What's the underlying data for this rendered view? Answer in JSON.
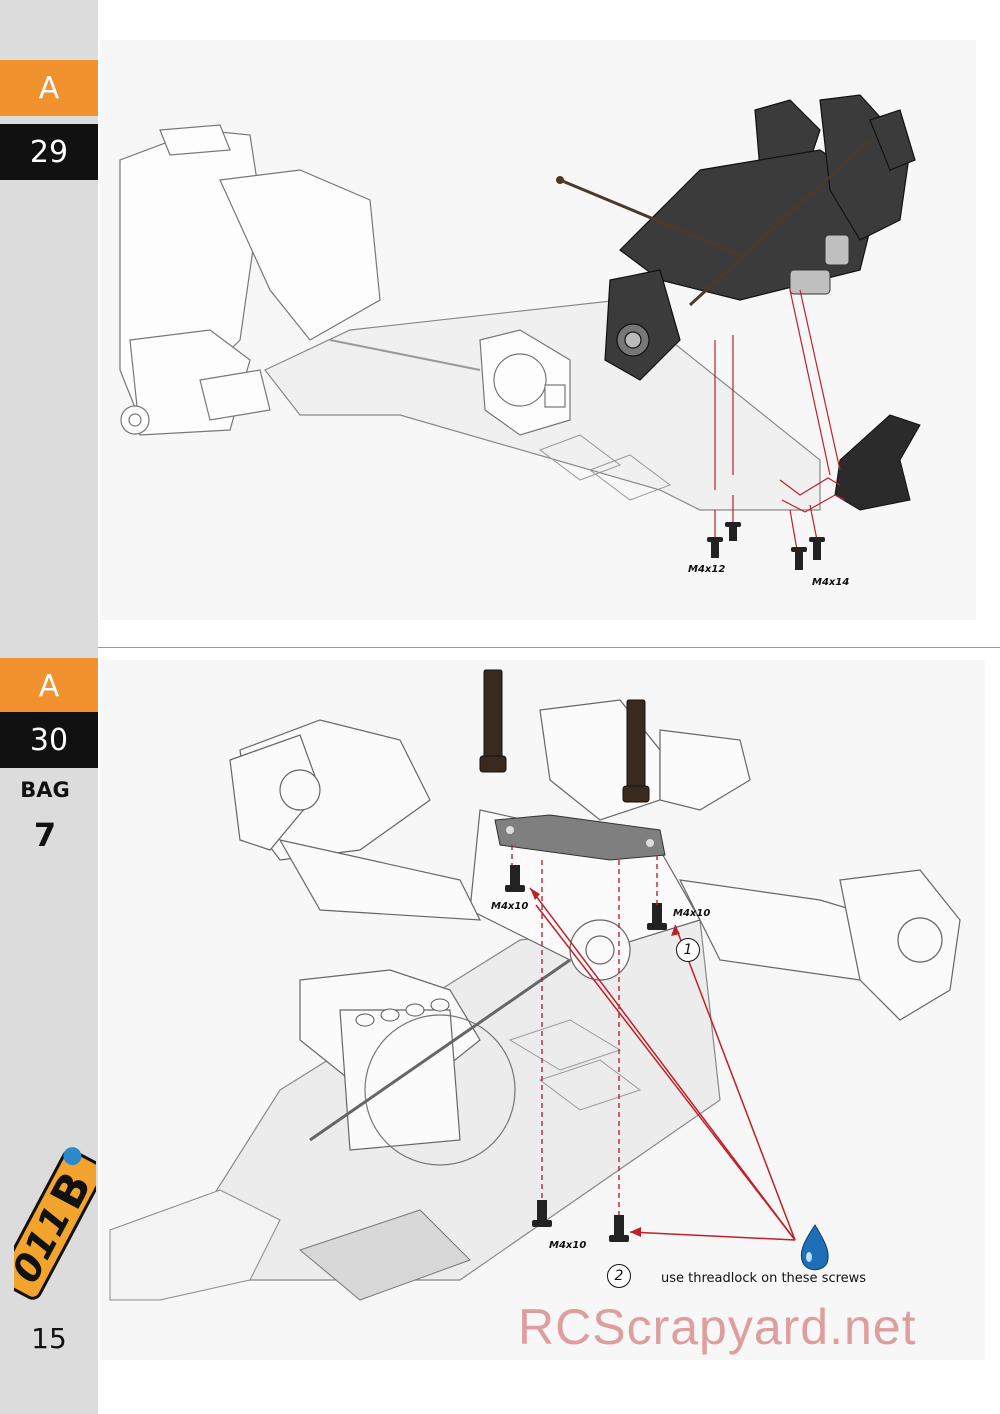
{
  "colors": {
    "accent_orange": "#f2922e",
    "badge_black": "#111111",
    "sidebar_gray": "#dcdcdc",
    "guide_red": "#c0202a",
    "threadlock_blue": "#1f6fb8"
  },
  "steps": [
    {
      "letter": "A",
      "number": "29",
      "screws": [
        {
          "label": "M4x12"
        },
        {
          "label": "M4x14"
        }
      ]
    },
    {
      "letter": "A",
      "number": "30",
      "bag_label": "BAG",
      "bag_number": "7",
      "screws": [
        {
          "label": "M4x10"
        },
        {
          "label": "M4x10"
        },
        {
          "label": "M4x10"
        }
      ],
      "callouts": [
        "1",
        "2"
      ],
      "note": "use threadlock on these screws",
      "note_icon": "threadlock-drop-icon"
    }
  ],
  "logo_icon": "011E-logo",
  "page_number": "15",
  "watermark": "RCScrapyard.net"
}
